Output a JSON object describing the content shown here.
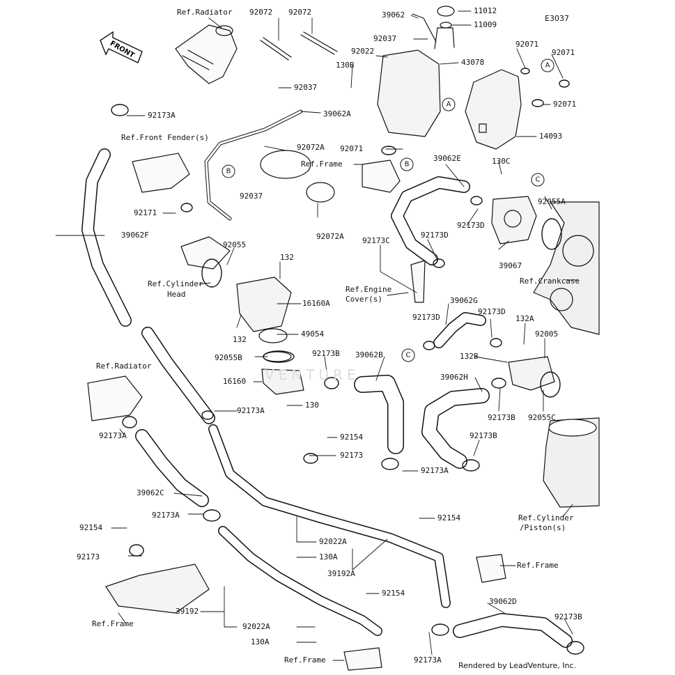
{
  "diagram_code": "E3037",
  "credit": "Rendered by LeadVenture, Inc.",
  "front_label": "FRONT",
  "watermark_text": "VENTURE",
  "callouts": [
    "A",
    "A",
    "B",
    "B",
    "C",
    "C"
  ],
  "part_labels": [
    "Ref.Radiator",
    "92072",
    "92072",
    "39062",
    "11012",
    "11009",
    "92037",
    "92022",
    "130B",
    "43078",
    "92037",
    "92173A",
    "39062A",
    "92071",
    "92071",
    "92071",
    "14093",
    "92071",
    "Ref.Front Fender(s)",
    "92072A",
    "Ref.Frame",
    "39062E",
    "130C",
    "92037",
    "92171",
    "92055A",
    "39062F",
    "92173D",
    "92072A",
    "92173C",
    "92173D",
    "92055",
    "39067",
    "132",
    "Ref.Crankcase",
    "Ref.Cylinder",
    "Head",
    "Ref.Engine",
    "Cover(s)",
    "16160A",
    "39062G",
    "92173D",
    "92173D",
    "132A",
    "132",
    "49054",
    "92005",
    "92055B",
    "92173B",
    "39062B",
    "132B",
    "Ref.Radiator",
    "16160",
    "39062H",
    "130",
    "92173A",
    "92173B",
    "92055C",
    "92173A",
    "92154",
    "92173B",
    "92173",
    "39062C",
    "92173A",
    "92173A",
    "92154",
    "Ref.Cylinder",
    "/Piston(s)",
    "92154",
    "92022A",
    "130A",
    "92173",
    "Ref.Frame",
    "39192A",
    "Ref.Frame",
    "92154",
    "39192",
    "39062D",
    "92022A",
    "92173B",
    "130A",
    "Ref.Frame",
    "92173A"
  ]
}
